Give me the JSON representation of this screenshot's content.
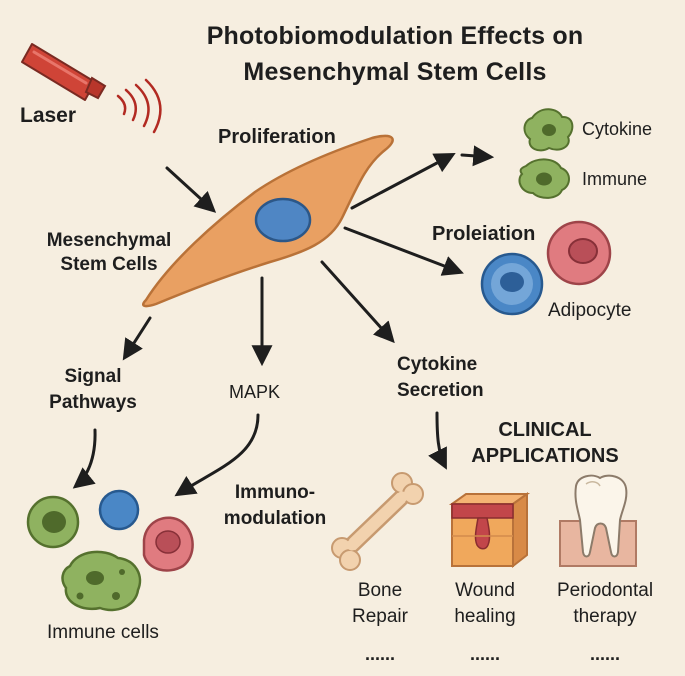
{
  "title": {
    "line1": "Photobiomodulation Effects on",
    "line2": "Mesenchymal Stem Cells"
  },
  "labels": {
    "laser": "Laser",
    "proliferation": "Proliferation",
    "msc_line1": "Mesenchymal",
    "msc_line2": "Stem Cells",
    "cytokine": "Cytokine",
    "immune": "Immune",
    "proleiation": "Proleiation",
    "adipocyte": "Adipocyte",
    "signal_line1": "Signal",
    "signal_line2": "Pathways",
    "mapk": "MAPK",
    "secretion_line1": "Cytokine",
    "secretion_line2": "Secretion",
    "immunomod_line1": "Immuno-",
    "immunomod_line2": "modulation",
    "immune_cells": "Immune cells"
  },
  "clinical": {
    "heading_line1": "CLINICAL",
    "heading_line2": "APPLICATIONS",
    "items": [
      {
        "line1": "Bone",
        "line2": "Repair",
        "more": "......"
      },
      {
        "line1": "Wound",
        "line2": "healing",
        "more": "......"
      },
      {
        "line1": "Periodontal",
        "line2": "therapy",
        "more": "......"
      }
    ]
  },
  "colors": {
    "background": "#f6eee0",
    "cell_body": "#e9a062",
    "nucleus": "#4f86c4",
    "laser_red": "#cf4437",
    "green_cell": "#8fb260",
    "pink_cell": "#e07b80",
    "blue_cell": "#4a87c6",
    "bone": "#f2d2ae",
    "skin": "#f0a85c",
    "gum": "#e8b6a0",
    "arrow": "#1e1e1e"
  },
  "icons": [
    "laser-pointer-icon",
    "light-wave-icon",
    "stem-cell-icon",
    "cytokine-cell-icon",
    "immune-cell-icon",
    "adipocyte-cell-icon",
    "bone-icon",
    "skin-tissue-icon",
    "tooth-icon"
  ]
}
